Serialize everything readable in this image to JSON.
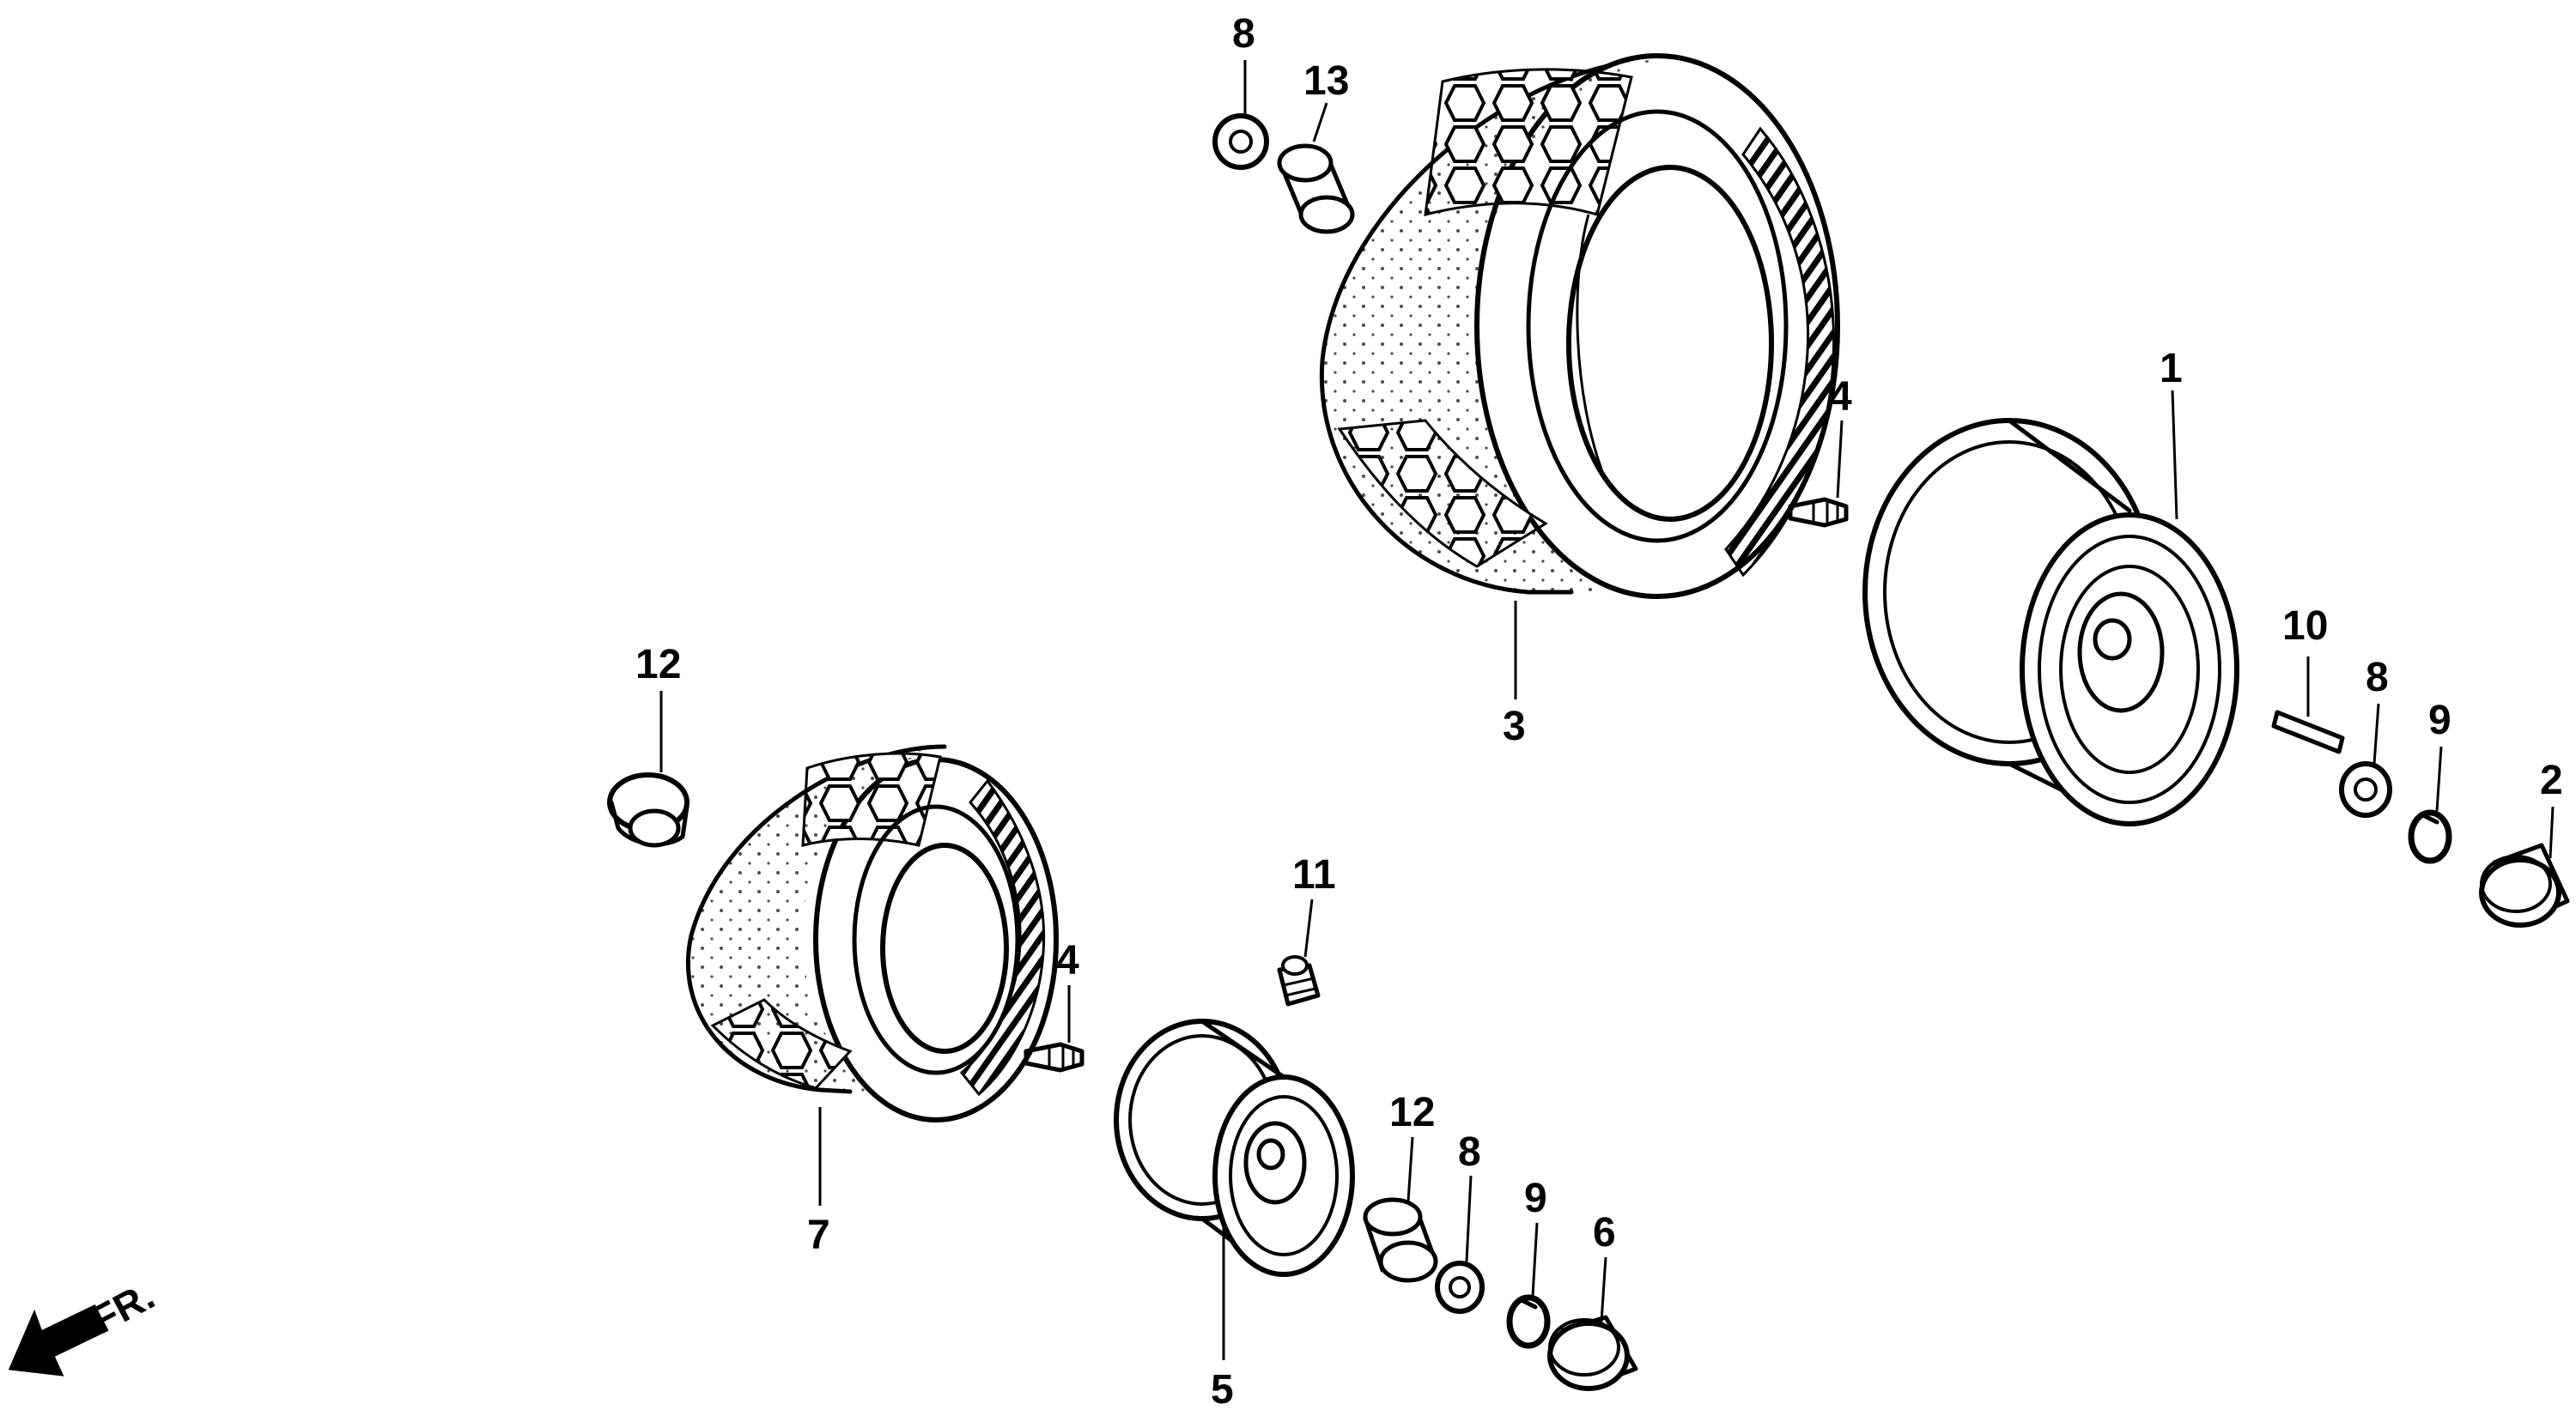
{
  "callouts": {
    "c1": "1",
    "c2": "2",
    "c3": "3",
    "c4_upper": "4",
    "c4_lower": "4",
    "c5": "5",
    "c6": "6",
    "c7": "7",
    "c8_top": "8",
    "c8_right": "8",
    "c8_lower": "8",
    "c9_right": "9",
    "c9_lower": "9",
    "c10": "10",
    "c11": "11",
    "c12_left": "12",
    "c12_lower": "12",
    "c13": "13"
  },
  "direction": {
    "label": "FR."
  }
}
